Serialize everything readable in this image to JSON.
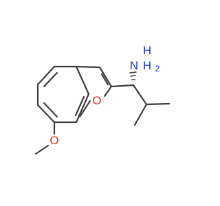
{
  "molecule": {
    "atoms": {
      "amine_n": "N",
      "amine_h": "H",
      "amine_h_count": "2",
      "furan_o": "O",
      "methoxy_o": "O"
    }
  },
  "colors": {
    "bond": "#3c3c3c",
    "nitrogen": "#1f2fd6",
    "oxygen": "#e0251b"
  }
}
